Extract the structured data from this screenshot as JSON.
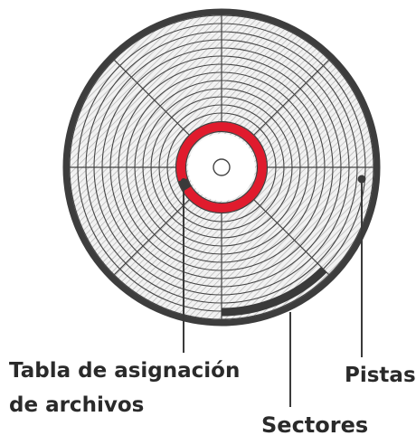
{
  "labels": {
    "fat_line1": "Tabla de asignación",
    "fat_line2": "de archivos",
    "tracks": "Pistas",
    "sectors": "Sectores"
  },
  "colors": {
    "platter_fill": "#eeeeee",
    "platter_stroke": "#3d3d3d",
    "hatch": "#b5b5b5",
    "fat_red": "#e01b2d",
    "dark": "#3a3a3a",
    "text": "#2a2a2a"
  }
}
